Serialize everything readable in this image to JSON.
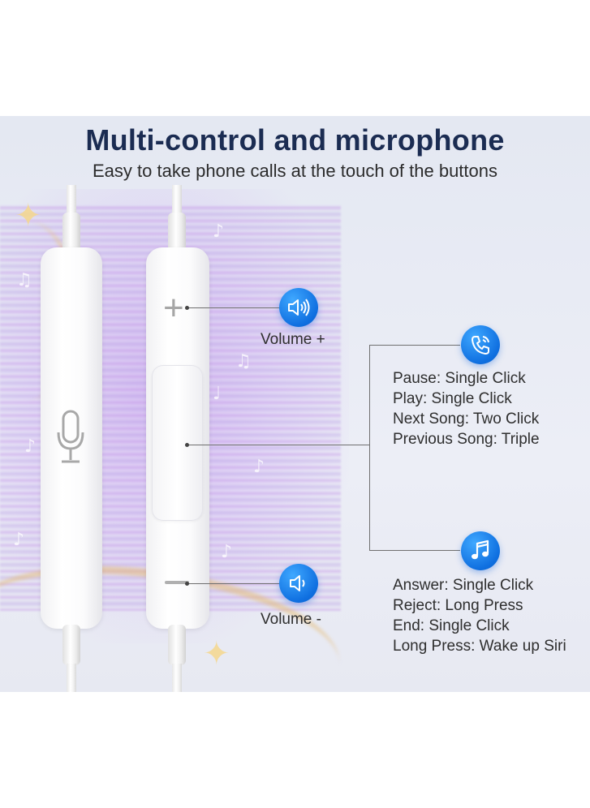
{
  "heading": {
    "title": "Multi-control and microphone",
    "subtitle": "Easy to take phone calls at the touch of the buttons"
  },
  "controls": {
    "volume_up": {
      "label": "Volume +",
      "icon": "speaker-loud-icon"
    },
    "volume_down": {
      "label": "Volume -",
      "icon": "speaker-quiet-icon"
    },
    "middle_button_music": {
      "icon": "phone-call-icon",
      "lines": [
        "Pause: Single Click",
        "Play: Single Click",
        "Next Song: Two Click",
        "Previous Song: Triple"
      ]
    },
    "middle_button_calls": {
      "icon": "music-note-icon",
      "lines": [
        "Answer: Single Click",
        "Reject: Long Press",
        "End: Single Click",
        "Long Press: Wake up Siri"
      ]
    }
  },
  "colors": {
    "title": "#1b2c52",
    "icon_blue": "#0f6fe0",
    "background": "#e4e8f2"
  }
}
